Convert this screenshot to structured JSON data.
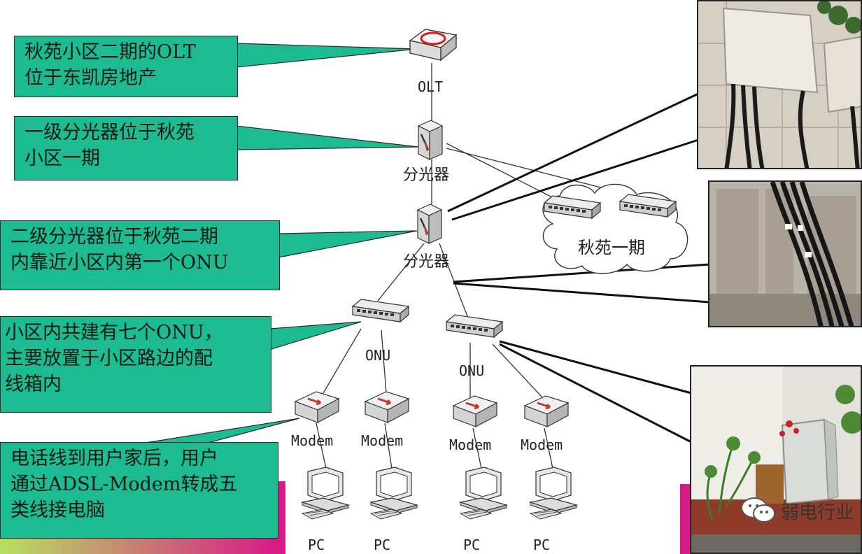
{
  "callouts": [
    {
      "id": "olt-note",
      "text": "秋苑小区二期的OLT\n位于东凯房地产"
    },
    {
      "id": "splitter1-note",
      "text": "一级分光器位于秋苑\n小区一期"
    },
    {
      "id": "splitter2-note",
      "text": "二级分光器位于秋苑二期\n内靠近小区内第一个ONU"
    },
    {
      "id": "onu-note",
      "text": "小区内共建有七个ONU，\n主要放置于小区路边的配\n线箱内"
    },
    {
      "id": "modem-note",
      "text": "电话线到用户家后，用户\n通过ADSL-Modem转成五\n类线接电脑"
    }
  ],
  "nodes": {
    "olt": "OLT",
    "splitter": "分光器",
    "cloud": "秋苑一期",
    "onu": "ONU",
    "modem": "Modem",
    "pc": "PC"
  },
  "watermark": "弱电行业",
  "colors": {
    "callout": "#1dbb92",
    "accent": "#d81b87",
    "line": "#333333"
  }
}
